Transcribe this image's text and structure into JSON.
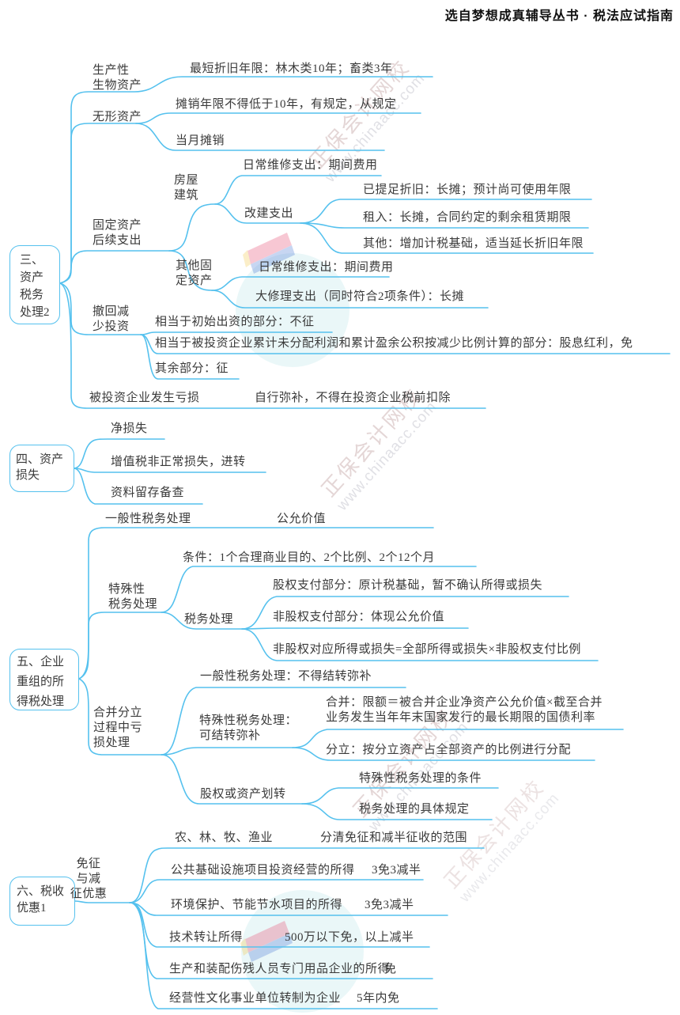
{
  "header": {
    "title": "选自梦想成真辅导丛书 · 税法应试指南"
  },
  "watermark": {
    "brand": "正保会计网校",
    "site": "www.chinaacc.com"
  },
  "colors": {
    "line": "#55c1ee",
    "text": "#3a3a3a"
  },
  "s3": {
    "root": "三、\n资产\n税务\n处理2",
    "bio": "生产性\n生物资产",
    "bio_leaf": "最短折旧年限：林木类10年；畜类3年",
    "intangible": "无形资产",
    "intangible_leaf1": "摊销年限不得低于10年，有规定，从规定",
    "intangible_leaf2": "当月摊销",
    "fixed": "固定资产\n后续支出",
    "house": "房屋\n建筑",
    "house_leaf": "日常维修支出：期间费用",
    "rebuild": "改建支出",
    "rebuild_leaf1": "已提足折旧：长摊；预计尚可使用年限",
    "rebuild_leaf2": "租入：长摊，合同约定的剩余租赁期限",
    "rebuild_leaf3": "其他：增加计税基础，适当延长折旧年限",
    "other_fixed": "其他固\n定资产",
    "other_fixed_leaf1": "日常维修支出：期间费用",
    "other_fixed_leaf2": "大修理支出（同时符合2项条件）：长摊",
    "withdraw": "撤回减\n少投资",
    "withdraw_leaf1": "相当于初始出资的部分：不征",
    "withdraw_leaf2": "相当于被投资企业累计未分配利润和累计盈余公积按减少比例计算的部分：股息红利，免",
    "withdraw_leaf3": "其余部分：征",
    "loss": "被投资企业发生亏损",
    "loss_leaf": "自行弥补，不得在投资企业税前扣除"
  },
  "s4": {
    "root": "四、资产\n损失",
    "leaf1": "净损失",
    "leaf2": "增值税非正常损失，进转",
    "leaf3": "资料留存备查"
  },
  "s5": {
    "root": "五、企业\n重组的所\n得税处理",
    "general": "一般性税务处理",
    "general_value": "公允价值",
    "special": "特殊性\n税务处理",
    "condition": "条件：1个合理商业目的、2个比例、2个12个月",
    "tax": "税务处理",
    "tax_leaf1": "股权支付部分：原计税基础，暂不确认所得或损失",
    "tax_leaf2": "非股权支付部分：体现公允价值",
    "tax_leaf3": "非股权对应所得或损失=全部所得或损失×非股权支付比例",
    "merge": "合并分立\n过程中亏\n损处理",
    "merge_general": "一般性税务处理：不得结转弥补",
    "merge_special": "特殊性税务处理：\n可结转弥补",
    "merge_leaf1": "合并：限额＝被合并企业净资产公允价值×截至合并\n业务发生当年年末国家发行的最长期限的国债利率",
    "merge_leaf2": "分立：按分立资产占全部资产的比例进行分配",
    "transfer": "股权或资产划转",
    "transfer_leaf1": "特殊性税务处理的条件",
    "transfer_leaf2": "税务处理的具体规定"
  },
  "s6": {
    "root": "六、税收\n优惠1",
    "branch": "免征\n与减\n征优惠",
    "row1": "农、林、牧、渔业",
    "row1_value": "分清免征和减半征收的范围",
    "row2": "公共基础设施项目投资经营的所得",
    "row2_value": "3免3减半",
    "row3": "环境保护、节能节水项目的所得",
    "row3_value": "3免3减半",
    "row4": "技术转让所得",
    "row4_value": "500万以下免，以上减半",
    "row5": "生产和装配伤残人员专门用品企业的所得",
    "row5_value": "免",
    "row6": "经营性文化事业单位转制为企业",
    "row6_value": "5年内免"
  }
}
